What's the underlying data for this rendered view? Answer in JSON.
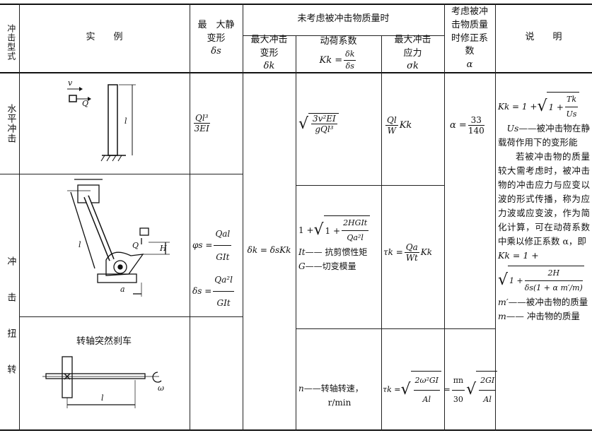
{
  "header": {
    "col_type": "冲击型式",
    "col_example": "实　　例",
    "col_static": "最　大静变形",
    "col_static_sym": "δs",
    "group_title": "未考虑被冲击物质量时",
    "col_max_def": "最大冲击变形",
    "col_max_def_sym": "δk",
    "col_dyn": "动荷系数",
    "col_dyn_formula_lhs": "Kk =",
    "col_dyn_num": "δk",
    "col_dyn_den": "δs",
    "col_stress": "最大冲击应力",
    "col_stress_sym": "σk",
    "col_alpha": "考虑被冲击物质量时修正系数",
    "col_alpha_sym": "α",
    "col_note": "说　　明"
  },
  "rows": {
    "horizontal": {
      "type": "水平冲击",
      "labels": {
        "v": "v",
        "Q": "Q",
        "l": "l"
      },
      "static_num": "Ql³",
      "static_den": "3EI",
      "dyn_num": "3v²EI",
      "dyn_den": "gQl³",
      "stress_num": "Ql",
      "stress_den": "W",
      "stress_suffix": "Kk",
      "alpha_lhs": "α =",
      "alpha_num": "33",
      "alpha_den": "140"
    },
    "torsion": {
      "type": "冲击扭转",
      "labels": {
        "l": "l",
        "Q": "Q",
        "H": "H",
        "a": "a"
      },
      "static_phi_lhs": "φs =",
      "static_phi_num": "Qal",
      "static_phi_den": "GIt",
      "static_delta_lhs": "δs =",
      "static_delta_num": "Qa²l",
      "static_delta_den": "GIt",
      "max_def": "δk = δsKk",
      "dyn_prefix": "1 + ",
      "dyn_inner": "1 +",
      "dyn_num": "2HGIt",
      "dyn_den": "Qa²l",
      "dyn_note1_sym": "It",
      "dyn_note1": "—— 抗剪惯性矩",
      "dyn_note2_sym": "G",
      "dyn_note2": "——切变模量",
      "stress_lhs": "τk =",
      "stress_num": "Qa",
      "stress_den": "Wt",
      "stress_suffix": "Kk"
    },
    "brake": {
      "caption": "转轴突然刹车",
      "labels": {
        "l": "l",
        "omega": "ω"
      },
      "dyn_note_sym": "n",
      "dyn_note": "——转轴转速，",
      "dyn_unit": "r/min",
      "stress_lhs": "τk =",
      "stress_num": "2ω²GI",
      "stress_den": "Al",
      "stress2_lhs": "=",
      "stress2_num1": "πn",
      "stress2_den1": "30",
      "stress2_num": "2GI",
      "stress2_den": "Al"
    }
  },
  "notes": {
    "f1_lhs": "Kk = 1 +",
    "f1_inner": "1 +",
    "f1_num": "Tk",
    "f1_den": "Us",
    "us_sym": "Us",
    "us_text": "——被冲击物在静载荷作用下的变形能",
    "para": "若被冲击物的质量较大需考虑时，被冲击物的冲击应力与应变以波的形式传播，称为应力波或应变波，作为简化计算，可在动荷系数中乘以修正系数 α，即",
    "f2_lhs": "Kk = 1 +",
    "f2_inner": "1 +",
    "f2_num": "2H",
    "f2_den": "δs(1 + α m′/m)",
    "m1_sym": "m′",
    "m1_text": "——被冲击物的质量",
    "m2_sym": "m",
    "m2_text": "—— 冲击物的质量"
  }
}
